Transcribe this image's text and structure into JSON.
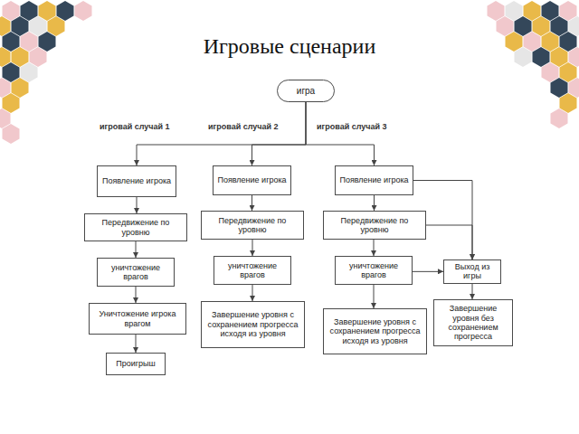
{
  "diagram": {
    "title": "Игровые сценарии",
    "nodes": [
      {
        "text": [
          "игра"
        ]
      },
      {
        "text": [
          "Появление игрока"
        ]
      },
      {
        "text": [
          "Передвижение по уровню"
        ]
      },
      {
        "text": [
          "уничтожение врагов"
        ]
      },
      {
        "text": [
          "Уничтожение игрока врагом"
        ]
      },
      {
        "text": [
          "Проигрыш"
        ]
      },
      {
        "text": [
          "Появление игрока"
        ]
      },
      {
        "text": [
          "Передвижение по уровню"
        ]
      },
      {
        "text": [
          "уничтожение врагов"
        ]
      },
      {
        "text": [
          "Завершение уровня с сохранением прогресса исходя из уровня"
        ]
      },
      {
        "text": [
          "Появление игрока"
        ]
      },
      {
        "text": [
          "Передвижение по уровню"
        ]
      },
      {
        "text": [
          "уничтожение врагов"
        ]
      },
      {
        "text": [
          "Завершение уровня с сохранением прогресса исходя из уровня"
        ]
      },
      {
        "text": [
          "Выход из игры"
        ]
      },
      {
        "text": [
          "Завершение уровня без сохранением прогресса"
        ]
      }
    ],
    "edges": [
      {
        "from": 0,
        "to": 1,
        "arrow": "to"
      },
      {
        "from": 0,
        "to": 6,
        "arrow": "to"
      },
      {
        "from": 0,
        "to": 10,
        "arrow": "to"
      },
      {
        "from": 1,
        "to": 2,
        "arrow": "to"
      },
      {
        "from": 2,
        "to": 3,
        "arrow": "to"
      },
      {
        "from": 3,
        "to": 4,
        "arrow": "to"
      },
      {
        "from": 4,
        "to": 5,
        "arrow": "to"
      },
      {
        "from": 6,
        "to": 7,
        "arrow": "to"
      },
      {
        "from": 7,
        "to": 8,
        "arrow": "to"
      },
      {
        "from": 8,
        "to": 9,
        "arrow": "to"
      },
      {
        "from": 10,
        "to": 11,
        "arrow": "to"
      },
      {
        "from": 11,
        "to": 12,
        "arrow": "to"
      },
      {
        "from": 12,
        "to": 13,
        "arrow": "to"
      },
      {
        "from": 10,
        "to": 14,
        "arrow": "to"
      },
      {
        "from": 11,
        "to": 14,
        "arrow": "to"
      },
      {
        "from": 12,
        "to": 14,
        "arrow": "to"
      },
      {
        "from": 14,
        "to": 15,
        "arrow": "to"
      }
    ],
    "labels": [
      "игровай случай 1",
      "игровай случай 2",
      "игровай случай 3"
    ]
  }
}
